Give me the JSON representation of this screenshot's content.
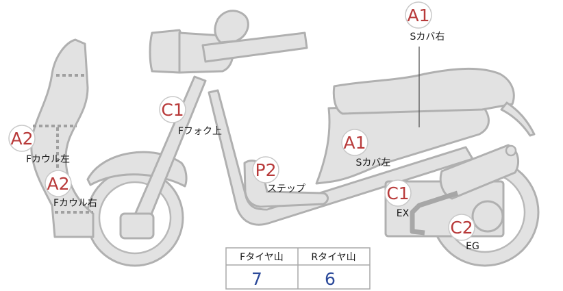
{
  "labels": {
    "a1_seat_right": {
      "code": "A1",
      "name": "Sカバ右"
    },
    "c1_fork": {
      "code": "C1",
      "name": "Fフォク上"
    },
    "a2_left": {
      "code": "A2",
      "name": "Fカウル左"
    },
    "a2_right": {
      "code": "A2",
      "name": "Fカウル右"
    },
    "p2_step": {
      "code": "P2",
      "name": "ステップ"
    },
    "a1_seat_left": {
      "code": "A1",
      "name": "Sカバ左"
    },
    "c1_ex": {
      "code": "C1",
      "name": "EX"
    },
    "c2_eg": {
      "code": "C2",
      "name": "EG"
    }
  },
  "tire_table": {
    "front_header": "Fタイヤ山",
    "rear_header": "Rタイヤ山",
    "front_value": "7",
    "rear_value": "6"
  },
  "colors": {
    "badge_text": "#b83a3a",
    "table_value": "#2c4a9a",
    "part_fill": "#e2e2e2",
    "part_stroke": "#b0b0b0"
  }
}
